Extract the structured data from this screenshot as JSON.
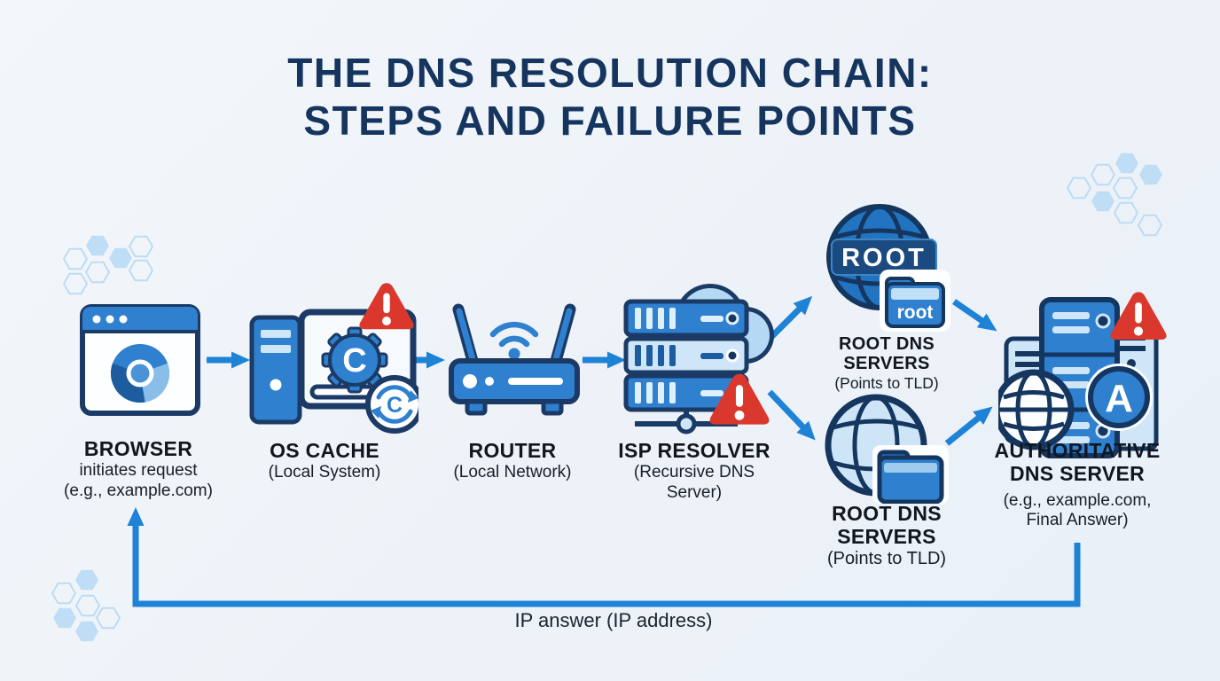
{
  "title": {
    "line1": "THE DNS RESOLUTION CHAIN:",
    "line2": "STEPS AND FAILURE POINTS"
  },
  "flow": {
    "browser": {
      "name": "BROWSER",
      "desc1": "initiates request",
      "desc2": "(e.g., example.com)"
    },
    "os_cache": {
      "name": "OS CACHE",
      "desc1": "(Local System)",
      "gear_letter": "C",
      "refresh_letter": "C"
    },
    "router": {
      "name": "ROUTER",
      "desc1": "(Local Network)"
    },
    "isp_resolver": {
      "name": "ISP RESOLVER",
      "desc1": "(Recursive DNS",
      "desc2": "Server)"
    },
    "root_dns_top": {
      "name": "ROOT DNS SERVERS",
      "desc1": "(Points to TLD)",
      "globe_badge": "ROOT",
      "folder_label": "root"
    },
    "root_dns_bottom": {
      "name": "ROOT DNS SERVERS",
      "desc1": "(Points to TLD)"
    },
    "authoritative": {
      "name_line1": "AUTHORITATIVE",
      "name_line2": "DNS SERVER",
      "desc1": "(e.g., example.com,",
      "desc2": "Final Answer)",
      "badge_letter": "A"
    }
  },
  "footer": {
    "return_arrow_label": "IP answer (IP address)"
  },
  "colors": {
    "primary_blue": "#2f80cf",
    "arrow_blue": "#1e82d6",
    "navy_outline": "#1b3a66",
    "light_blue": "#cfe6f8",
    "alert_red": "#da382c",
    "title_navy": "#16355e",
    "background": "#eef3f9"
  }
}
